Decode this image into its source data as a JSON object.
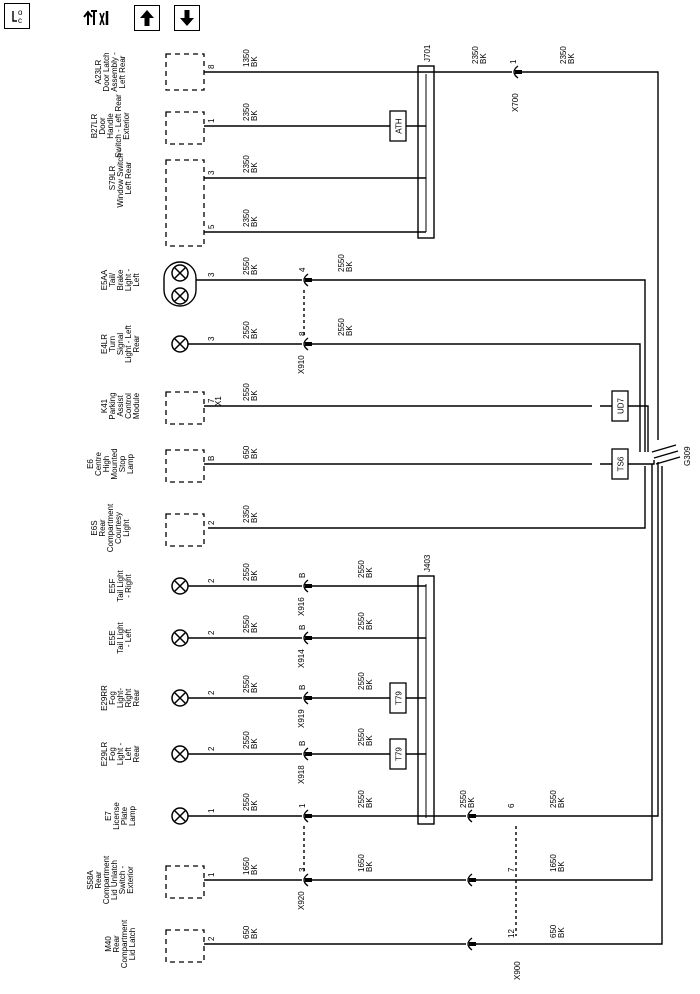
{
  "toolbar": {
    "locator_icon": "location-icon",
    "navigate_icon": "navigate-icon",
    "prev_icon": "arrow-up-icon",
    "next_icon": "arrow-down-icon"
  },
  "connectors": {
    "j701": "J701",
    "j403": "J403",
    "x700": "X700",
    "x910": "X910",
    "x916": "X916",
    "x914": "X914",
    "x919": "X919",
    "x918": "X918",
    "x920": "X920",
    "x900": "X900"
  },
  "ground": "G309",
  "splices": {
    "ath": "ATH",
    "ud7": "UD7",
    "ts6": "TS6",
    "t79a": "T79",
    "t79b": "T79"
  },
  "components": [
    {
      "lines": [
        "A23LR",
        "Door Latch",
        "Assembly -",
        "Left Rear"
      ],
      "pin": "8",
      "wire": "1350",
      "color": "BK"
    },
    {
      "lines": [
        "B27LR",
        "Door",
        "Handle",
        "Switch - Left Rear",
        "Exterior"
      ],
      "pin": "1",
      "wire": "2350",
      "color": "BK"
    },
    {
      "lines": [
        "S79LR",
        "Window Switch -",
        "Left Rear"
      ],
      "pin": "3",
      "wire": "2350",
      "color": "BK"
    },
    {
      "pin": "5",
      "wire": "2350",
      "color": "BK"
    },
    {
      "lines": [
        "E5AA",
        "Tail/",
        "Brake",
        "Light -",
        "Left"
      ],
      "pin": "3",
      "wire": "2550",
      "color": "BK"
    },
    {
      "lines": [
        "E4LR",
        "Turn",
        "Signal",
        "Light - Left",
        "Rear"
      ],
      "pin": "3",
      "wire": "2550",
      "color": "BK"
    },
    {
      "lines": [
        "K41",
        "Parking",
        "Assist",
        "Control",
        "Module"
      ],
      "pin": "7",
      "conn": "X1",
      "wire": "2550",
      "color": "BK"
    },
    {
      "lines": [
        "E6",
        "Centre",
        "High",
        "Mounted",
        "Stop",
        "Lamp"
      ],
      "pin": "B",
      "wire": "650",
      "color": "BK"
    },
    {
      "lines": [
        "E6S",
        "Rear",
        "Compartment",
        "Courtesy",
        "Light"
      ],
      "pin": "2",
      "wire": "2350",
      "color": "BK"
    },
    {
      "lines": [
        "E5F",
        "Tail Light",
        "- Right"
      ],
      "pin": "2",
      "wire": "2550",
      "color": "BK"
    },
    {
      "lines": [
        "E5E",
        "Tail Light",
        "- Left"
      ],
      "pin": "2",
      "wire": "2550",
      "color": "BK"
    },
    {
      "lines": [
        "E29RR",
        "Fog",
        "Light-",
        "Right",
        "Rear"
      ],
      "pin": "2",
      "wire": "2550",
      "color": "BK"
    },
    {
      "lines": [
        "E29LR",
        "Fog",
        "Light -",
        "Left",
        "Rear"
      ],
      "pin": "2",
      "wire": "2550",
      "color": "BK"
    },
    {
      "lines": [
        "E7",
        "License",
        "Plate",
        "Lamp"
      ],
      "pin": "1",
      "wire": "2550",
      "color": "BK"
    },
    {
      "lines": [
        "S58A",
        "Rear",
        "Compartment",
        "Lid Unlatch",
        "Switch -",
        "Exterior"
      ],
      "pin": "1",
      "wire": "1650",
      "color": "BK"
    },
    {
      "lines": [
        "M40",
        "Rear",
        "Compartment",
        "Lid Latch"
      ],
      "pin": "2",
      "wire": "650",
      "color": "BK"
    }
  ],
  "wire_labels": {
    "a23_right": {
      "wire": "2350",
      "color": "BK"
    },
    "a23_far": {
      "wire": "2350",
      "color": "BK"
    },
    "a23_pin": "1",
    "e5aa_right": {
      "wire": "2550",
      "color": "BK"
    },
    "e5aa_pin": "4",
    "e4_right": {
      "wire": "2550",
      "color": "BK"
    },
    "e4_pin": "8",
    "e5f_right": {
      "wire": "2550",
      "color": "BK"
    },
    "e5f_pin": "B",
    "e5e_right": {
      "wire": "2550",
      "color": "BK"
    },
    "e5e_pin": "B",
    "e29rr_right": {
      "wire": "2550",
      "color": "BK"
    },
    "e29rr_pin": "B",
    "e29lr_right": {
      "wire": "2550",
      "color": "BK"
    },
    "e29lr_pin": "B",
    "e7_mid": {
      "wire": "2550",
      "color": "BK"
    },
    "e7_right": {
      "wire": "2550",
      "color": "BK"
    },
    "e7_far": {
      "wire": "2550",
      "color": "BK"
    },
    "e7_pin_a": "1",
    "e7_pin_b": "6",
    "s58_mid": {
      "wire": "1650",
      "color": "BK"
    },
    "s58_far": {
      "wire": "1650",
      "color": "BK"
    },
    "s58_pin_a": "3",
    "s58_pin_b": "7",
    "m40_far": {
      "wire": "650",
      "color": "BK"
    },
    "m40_pin": "12"
  }
}
